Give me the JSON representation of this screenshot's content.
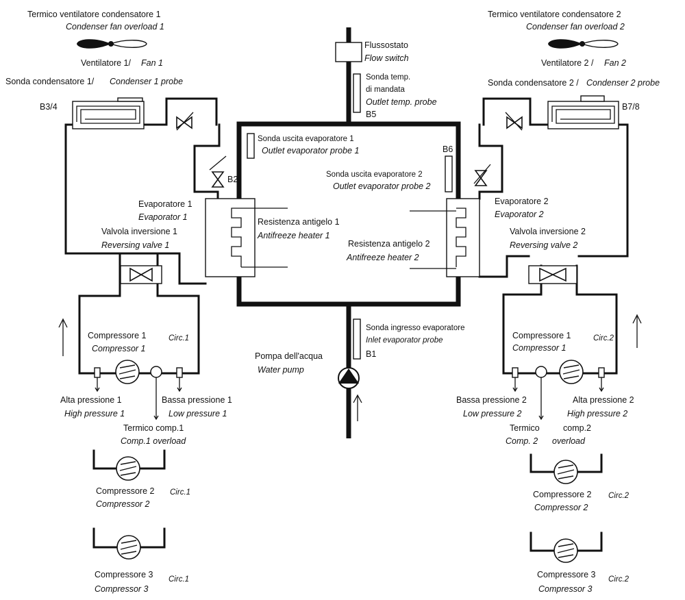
{
  "labels": {
    "fan1_overload_it": "Termico ventilatore condensatore 1",
    "fan1_overload_en": "Condenser fan overload 1",
    "fan1_it": "Ventilatore 1/",
    "fan1_en": "Fan 1",
    "cond1_probe_it": "Sonda condensatore 1/",
    "cond1_probe_en": "Condenser 1 probe",
    "b34": "B3/4",
    "b2": "B2",
    "evap1_it": "Evaporatore 1",
    "evap1_en": "Evaporator 1",
    "rev1_it": "Valvola inversione 1",
    "rev1_en": "Reversing valve 1",
    "comp1_c1_it": "Compressore 1",
    "comp1_c1_en": "Compressor 1",
    "circ1": "Circ.1",
    "hp1_it": "Alta pressione 1",
    "hp1_en": "High pressure 1",
    "lp1_it": "Bassa pressione 1",
    "lp1_en": "Low pressure 1",
    "co1_it": "Termico comp.1",
    "co1_en": "Comp.1 overload",
    "comp2_c1_it": "Compressore 2",
    "comp2_c1_en": "Compressor 2",
    "comp3_c1_it": "Compressore 3",
    "comp3_c1_en": "Compressor 3",
    "flow_it": "Flussostato",
    "flow_en": "Flow switch",
    "outlet_it1": "Sonda temp.",
    "outlet_it2": "di mandata",
    "outlet_en": "Outlet temp. probe",
    "b5": "B5",
    "oep1_it": "Sonda uscita evaporatore 1",
    "oep1_en": "Outlet evaporator probe 1",
    "b6": "B6",
    "oep2_it": "Sonda uscita evaporatore 2",
    "oep2_en": "Outlet evaporator probe 2",
    "ah1_it": "Resistenza antigelo 1",
    "ah1_en": "Antifreeze heater 1",
    "ah2_it": "Resistenza antigelo 2",
    "ah2_en": "Antifreeze heater 2",
    "iep_it": "Sonda ingresso evaporatore",
    "iep_en": "Inlet evaporator probe",
    "b1": "B1",
    "pump_it": "Pompa dell'acqua",
    "pump_en": "Water pump",
    "fan2_overload_it": "Termico ventilatore condensatore 2",
    "fan2_overload_en": "Condenser fan overload 2",
    "fan2_it": "Ventilatore 2 /",
    "fan2_en": "Fan 2",
    "cond2_probe_it": "Sonda condensatore 2 /",
    "cond2_probe_en": "Condenser 2 probe",
    "b78": "B7/8",
    "evap2_it": "Evaporatore  2",
    "evap2_en": "Evaporator 2",
    "rev2_it": "Valvola inversione 2",
    "rev2_en": "Reversing valve 2",
    "comp1_c2_it": "Compressore 1",
    "comp1_c2_en": "Compressor 1",
    "circ2": "Circ.2",
    "lp2_it": "Bassa pressione 2",
    "lp2_en": "Low pressure 2",
    "hp2_it": "Alta pressione 2",
    "hp2_en": "High pressure 2",
    "co2_it": "Termico",
    "co2_it2": "comp.2",
    "co2_en": "Comp. 2",
    "co2_en2": "overload",
    "comp2_c2_it": "Compressore 2",
    "comp2_c2_en": "Compressor 2",
    "comp3_c2_it": "Compressore 3",
    "comp3_c2_en": "Compressor 3"
  }
}
